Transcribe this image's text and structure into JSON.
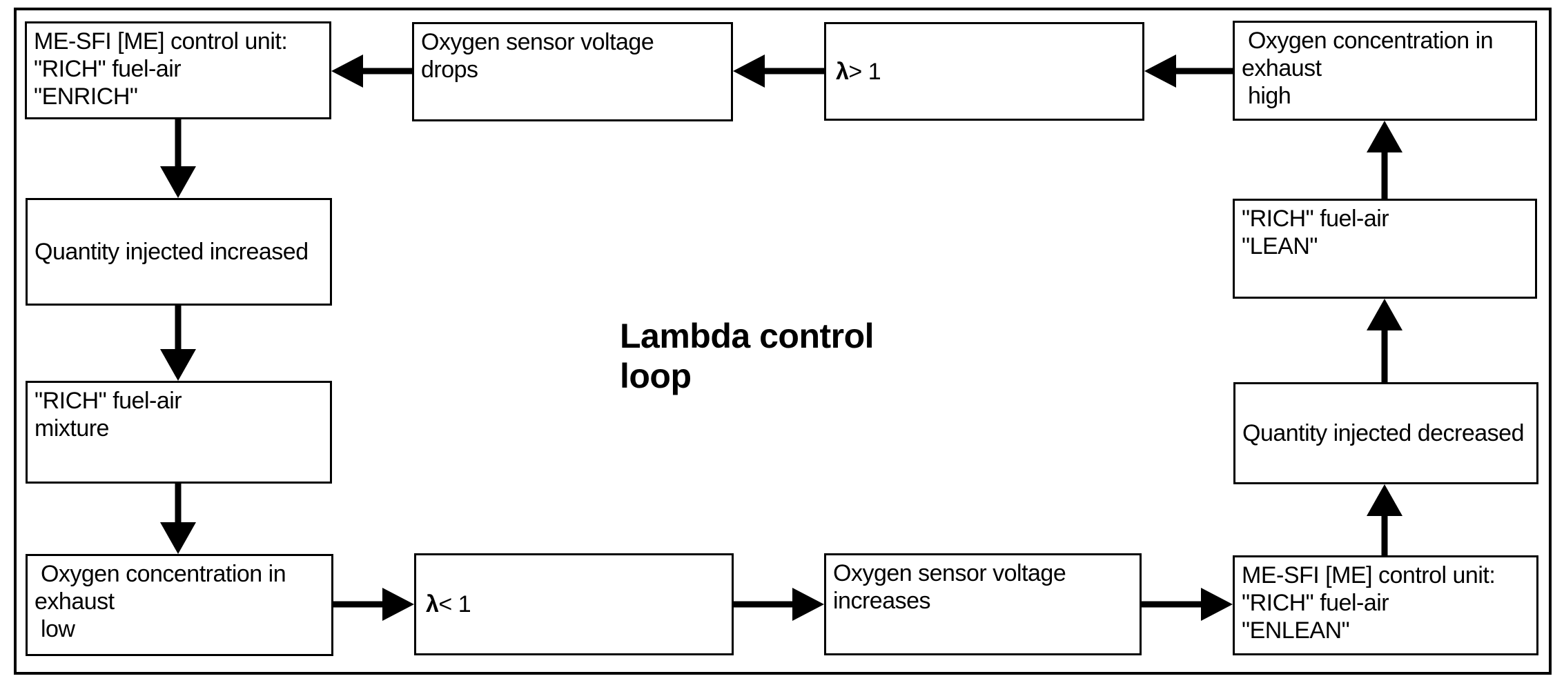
{
  "title": {
    "text": "Lambda control\nloop"
  },
  "boxes": [
    {
      "id": "me-sfi-enrich",
      "text": "ME-SFI [ME] control unit:\n\"RICH\" fuel-air\n\"ENRICH\""
    },
    {
      "id": "oxygen-voltage-drops",
      "text": "Oxygen sensor voltage\ndrops"
    },
    {
      "id": "lambda-gt-1",
      "lambda": "λ",
      "rest": "> 1"
    },
    {
      "id": "oxygen-concentration-high",
      "text": " Oxygen concentration in\nexhaust\n high"
    },
    {
      "id": "quantity-injected-increased",
      "text": "Quantity injected increased"
    },
    {
      "id": "rich-lean",
      "text": "\"RICH\" fuel-air\n\"LEAN\""
    },
    {
      "id": "rich-mixture",
      "text": "\"RICH\" fuel-air\nmixture"
    },
    {
      "id": "quantity-injected-decreased",
      "text": "Quantity injected decreased"
    },
    {
      "id": "oxygen-concentration-low",
      "text": " Oxygen concentration in\nexhaust\n low"
    },
    {
      "id": "lambda-lt-1",
      "lambda": "λ",
      "rest": "< 1"
    },
    {
      "id": "oxygen-voltage-increases",
      "text": "Oxygen sensor voltage\nincreases"
    },
    {
      "id": "me-sfi-enlean",
      "text": "ME-SFI [ME] control unit:\n\"RICH\" fuel-air\n\"ENLEAN\""
    }
  ],
  "icons": {
    "arrow-left-icon": "css-triangle-left",
    "arrow-right-icon": "css-triangle-right",
    "arrow-up-icon": "css-triangle-up",
    "arrow-down-icon": "css-triangle-down"
  },
  "colors": {
    "line": "#000000",
    "background": "#ffffff"
  }
}
